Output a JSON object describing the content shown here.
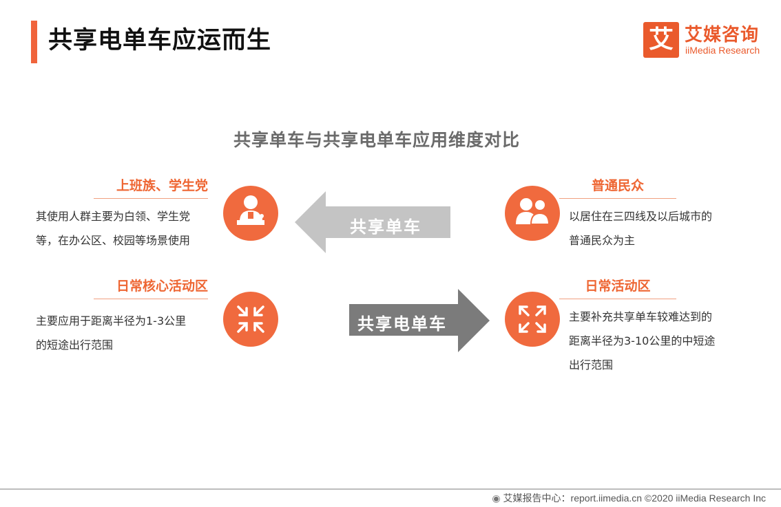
{
  "page": {
    "title": "共享电单车应运而生"
  },
  "logo": {
    "mark": "艾",
    "name_cn": "艾媒咨询",
    "name_en": "iiMedia Research"
  },
  "diagram": {
    "title": "共享单车与共享电单车应用维度对比",
    "arrows": {
      "bike": "共享单车",
      "ebike": "共享电单车"
    },
    "left": [
      {
        "heading": "上班族、学生党",
        "lines": [
          "其使用人群主要为白领、学生党",
          "等，在办公区、校园等场景使用"
        ],
        "icon": "office-worker-icon"
      },
      {
        "heading": "日常核心活动区",
        "lines": [
          "主要应用于距离半径为1-3公里",
          "的短途出行范围"
        ],
        "icon": "collapse-arrows-icon"
      }
    ],
    "right": [
      {
        "heading": "普通民众",
        "lines": [
          "以居住在三四线及以后城市的",
          "普通民众为主"
        ],
        "icon": "people-icon"
      },
      {
        "heading": "日常活动区",
        "lines": [
          "主要补充共享单车较难达到的",
          "距离半径为3-10公里的中短途",
          "出行范围"
        ],
        "icon": "expand-arrows-icon"
      }
    ]
  },
  "footer": {
    "text": "艾媒报告中心：report.iimedia.cn ©2020  iiMedia Research  Inc"
  },
  "colors": {
    "accent": "#f06a3e",
    "arrow_light": "#c4c4c4",
    "arrow_dark": "#7b7b7b"
  }
}
